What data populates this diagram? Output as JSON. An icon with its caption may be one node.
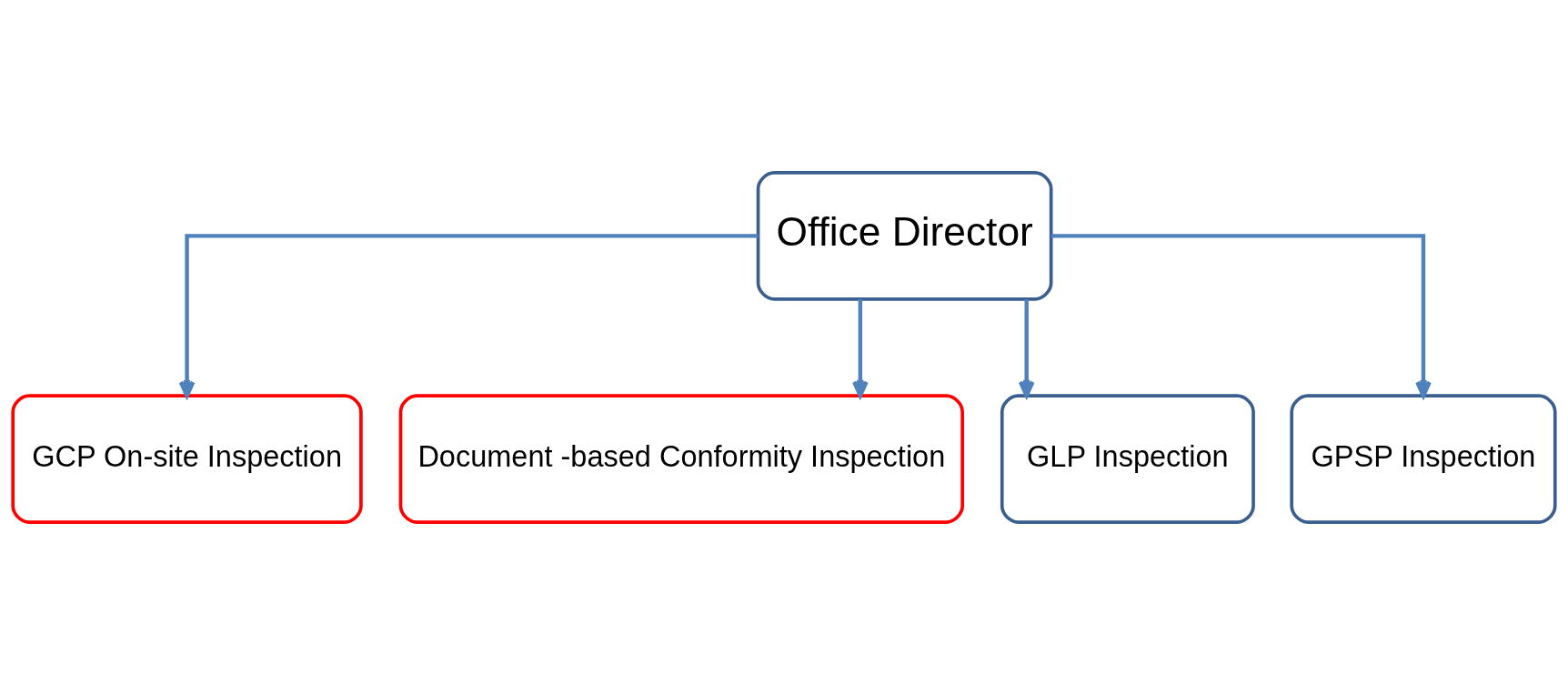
{
  "diagram": {
    "nodes": [
      {
        "text": [
          "Office Director"
        ]
      },
      {
        "text": [
          "GCP On-site Inspection"
        ]
      },
      {
        "text": [
          "Document -based Conformity Inspection"
        ]
      },
      {
        "text": [
          "GLP Inspection"
        ]
      },
      {
        "text": [
          "GPSP Inspection"
        ]
      }
    ],
    "edges": [
      {
        "from": 0,
        "to": 1,
        "arrow": "to"
      },
      {
        "from": 0,
        "to": 2,
        "arrow": "to"
      },
      {
        "from": 0,
        "to": 3,
        "arrow": "to"
      },
      {
        "from": 0,
        "to": 4,
        "arrow": "to"
      }
    ]
  }
}
